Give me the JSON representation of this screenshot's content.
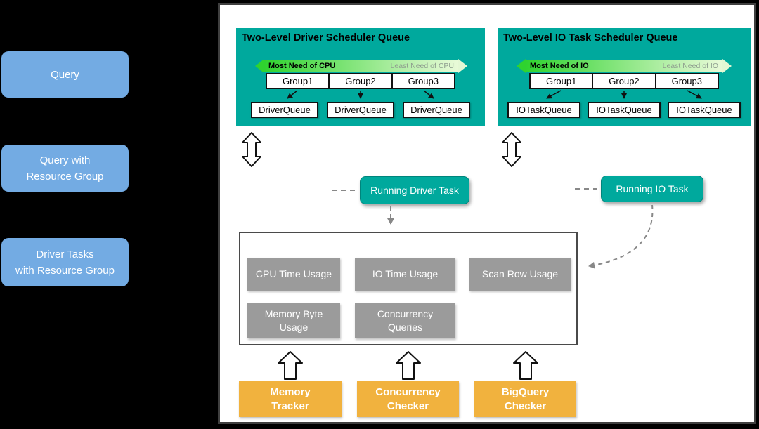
{
  "pipeline": {
    "items": [
      {
        "label": "Query"
      },
      {
        "label": "Query with\nResource Group"
      },
      {
        "label": "Driver Tasks\nwith Resource Group"
      }
    ]
  },
  "schedulers": [
    {
      "title": "Two-Level Driver Scheduler Queue",
      "gradient_left": "Most Need of CPU",
      "gradient_right": "Least Need of CPU",
      "groups": [
        "Group1",
        "Group2",
        "Group3"
      ],
      "queues": [
        "DriverQueue",
        "DriverQueue",
        "DriverQueue"
      ]
    },
    {
      "title": "Two-Level IO Task Scheduler Queue",
      "gradient_left": "Most Need of IO",
      "gradient_right": "Least Need of IO",
      "groups": [
        "Group1",
        "Group2",
        "Group3"
      ],
      "queues": [
        "IOTaskQueue",
        "IOTaskQueue",
        "IOTaskQueue"
      ]
    }
  ],
  "running": [
    {
      "label": "Running Driver Task"
    },
    {
      "label": "Running IO Task"
    }
  ],
  "usage": {
    "boxes": [
      "CPU Time Usage",
      "IO Time Usage",
      "Scan Row Usage",
      "Memory Byte\nUsage",
      "Concurrency\nQueries"
    ]
  },
  "checkers": [
    {
      "label": "Memory\nTracker"
    },
    {
      "label": "Concurrency\nChecker"
    },
    {
      "label": "BigQuery\nChecker"
    }
  ],
  "colors": {
    "pipeline_blue": "#73ABE3",
    "scheduler_teal": "#00A99D",
    "usage_gray": "#9B9B9B",
    "checker_orange": "#F1B23E",
    "gradient_green_start": "#2FD32F",
    "gradient_green_end": "#E9FAD8"
  }
}
